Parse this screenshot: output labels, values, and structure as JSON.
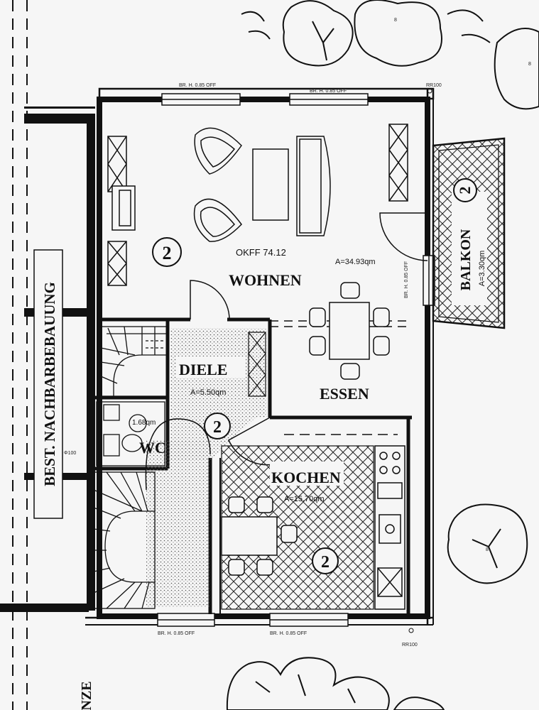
{
  "rooms": {
    "wohnen": {
      "name": "WOHNEN",
      "level": "OKFF 74.12",
      "area": "A=34.93qm",
      "badge": "2"
    },
    "essen": {
      "name": "ESSEN"
    },
    "diele": {
      "name": "DIELE",
      "area": "A=5.50qm",
      "badge": "2"
    },
    "kochen": {
      "name": "KOCHEN",
      "area": "A=15.70qm",
      "badge": "2"
    },
    "balkon": {
      "name": "BALKON",
      "area": "A=3.30qm",
      "badge": "2"
    },
    "wc": {
      "name": "WC",
      "area": "1.68qm"
    }
  },
  "side_label": "BEST. NACHBARBEBAUUNG",
  "bottom_edge_text": "NZE",
  "window_labels": {
    "top_left": "BR. H. 0.85 OFF",
    "top_right": "BR. H. 0.85 OFF",
    "right": "BR. H. 0.85 OFF",
    "bottom_left": "BR. H. 0.85 OFF",
    "bottom_right": "BR. H. 0.85 OFF"
  },
  "marks": {
    "rr_top": "RR100",
    "rr_bottom": "RR100",
    "left_mark": "Φ100"
  },
  "tree_marks": {
    "top": "8",
    "right_top": "8",
    "right_mid": "8"
  }
}
